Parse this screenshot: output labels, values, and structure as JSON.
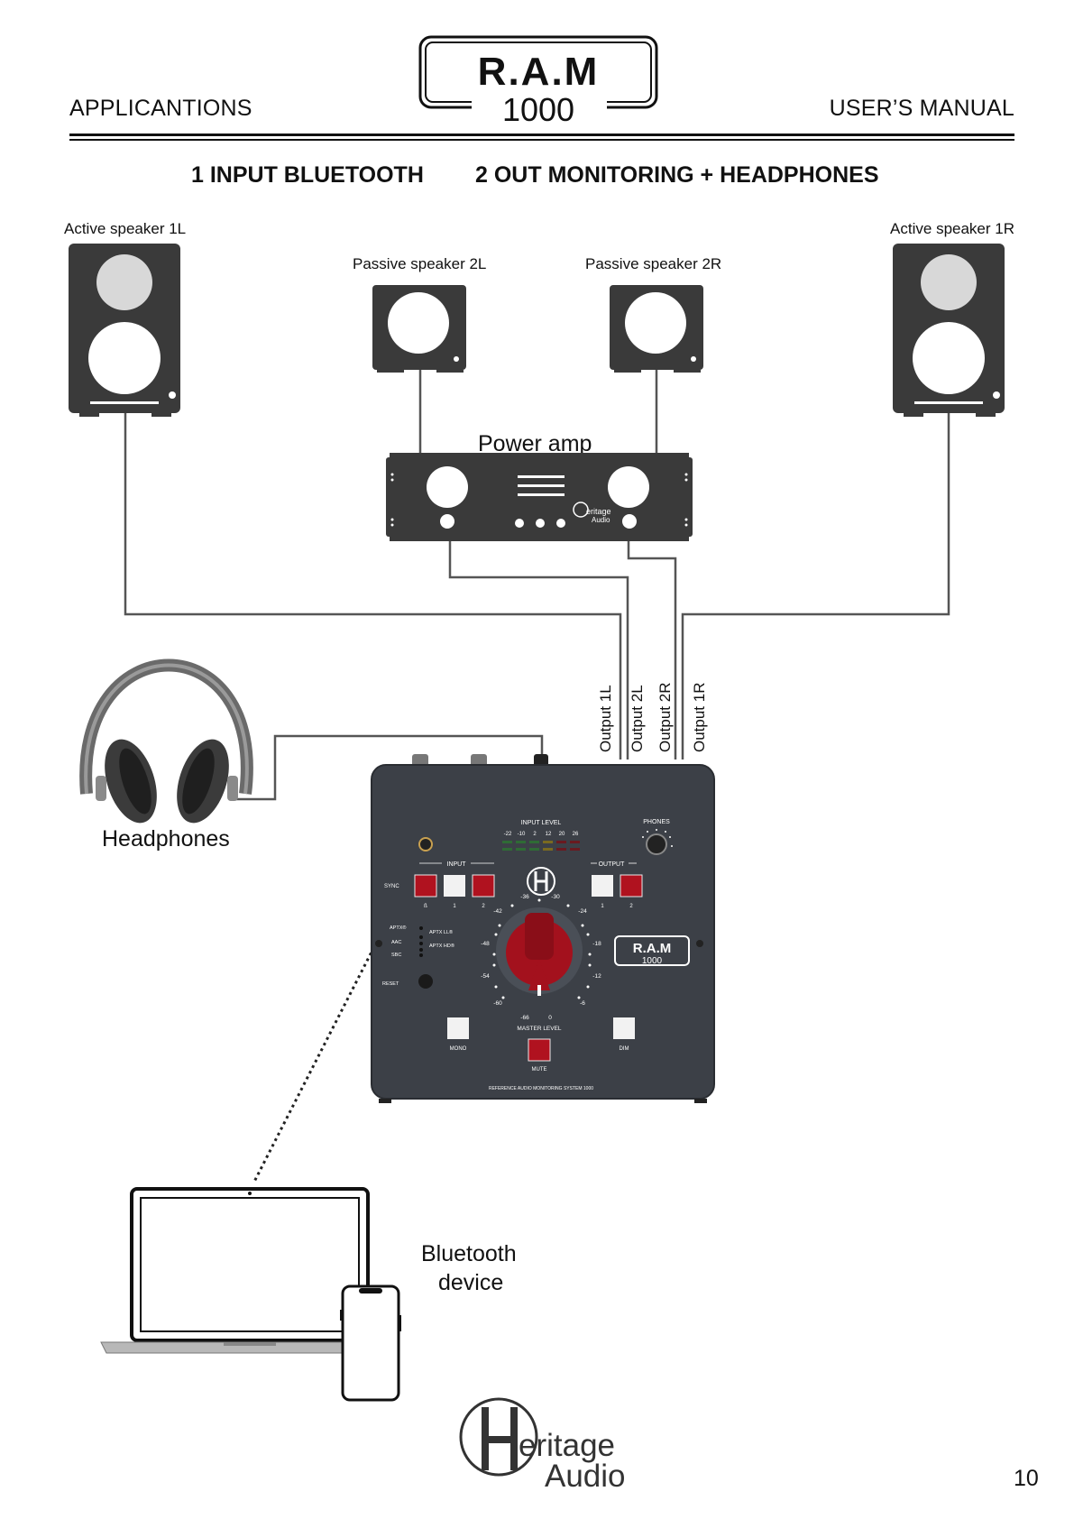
{
  "header": {
    "left": "APPLICANTIONS",
    "right": "USER’S MANUAL",
    "logo_top": "R.A.M",
    "logo_bottom": "1000"
  },
  "subtitle": {
    "part1": "1 INPUT BLUETOOTH",
    "part2": "2 OUT MONITORING + HEADPHONES"
  },
  "labels": {
    "active_1l": "Active speaker 1L",
    "active_1r": "Active speaker 1R",
    "passive_2l": "Passive speaker 2L",
    "passive_2r": "Passive speaker 2R",
    "power_amp": "Power amp",
    "headphones": "Headphones",
    "bluetooth_line1": "Bluetooth",
    "bluetooth_line2": "device"
  },
  "outputs": [
    "Output 1L",
    "Output 2L",
    "Output 2R",
    "Output 1R"
  ],
  "amp_brand": {
    "line1": "eritage",
    "line2": "Audio"
  },
  "device": {
    "input_level": "INPUT LEVEL",
    "meter_ticks": [
      "-22",
      "-10",
      "2",
      "12",
      "20",
      "26"
    ],
    "phones": "PHONES",
    "input": "INPUT",
    "output": "OUTPUT",
    "sync": "SYNC",
    "input_buttons": [
      "ß",
      "1",
      "2"
    ],
    "output_buttons": [
      "1",
      "2"
    ],
    "codecs": [
      "APTX®",
      "AAC",
      "SBC"
    ],
    "codecs_right": [
      "APTX LL®",
      "APTX HD®"
    ],
    "reset": "RESET",
    "dial_ticks": [
      "-42",
      "-36",
      "-30",
      "-24",
      "-18",
      "-12",
      "-6",
      "0",
      "-66",
      "-60",
      "-54",
      "-48"
    ],
    "master_level": "MASTER LEVEL",
    "mono": "MONO",
    "dim": "DIM",
    "mute": "MUTE",
    "footer": "REFERENCE AUDIO MONITORING SYSTEM 1000",
    "badge_top": "R.A.M",
    "badge_bottom": "1000"
  },
  "footer": {
    "brand_line1": "eritage",
    "brand_line2": "Audio",
    "page_number": "10"
  },
  "colors": {
    "speaker_body": "#3a3a3a",
    "device_body": "#3c4047",
    "knob_red": "#a3111d",
    "button_red": "#b0121f"
  }
}
